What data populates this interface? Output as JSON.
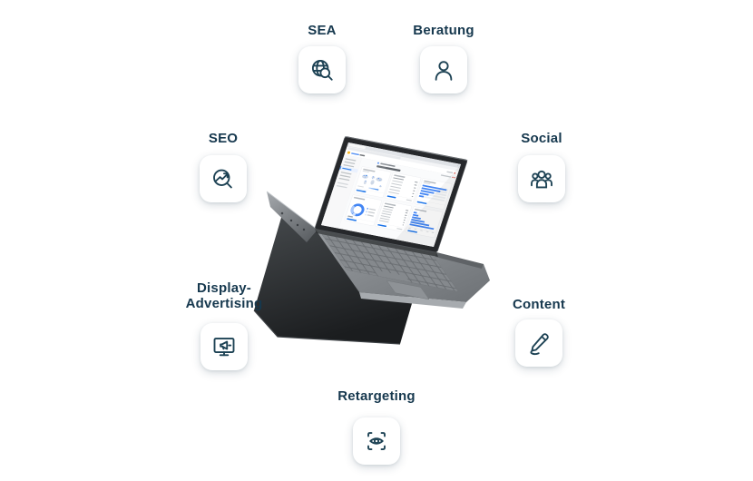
{
  "page": {
    "background": "#ffffff"
  },
  "colors": {
    "label_text": "#16384e",
    "icon_stroke": "#1d4254",
    "icon_card_bg": "#ffffff",
    "dashboard_blue": "#4285f4",
    "dashboard_blue_dark": "#1a73e8",
    "laptop_body_gray": "#7d8185",
    "laptop_underside_dark": "#25282a"
  },
  "services": [
    {
      "id": "sea",
      "label": "SEA",
      "icon": "globe-search-icon"
    },
    {
      "id": "beratung",
      "label": "Beratung",
      "icon": "consultant-person-icon"
    },
    {
      "id": "seo",
      "label": "SEO",
      "icon": "growth-magnifier-icon"
    },
    {
      "id": "social",
      "label": "Social",
      "icon": "people-group-icon"
    },
    {
      "id": "display_advertising",
      "label": "Display-Advertising",
      "icon": "monitor-megaphone-icon"
    },
    {
      "id": "content",
      "label": "Content",
      "icon": "pencil-writing-icon"
    },
    {
      "id": "retargeting",
      "label": "Retargeting",
      "icon": "eye-focus-icon"
    }
  ]
}
